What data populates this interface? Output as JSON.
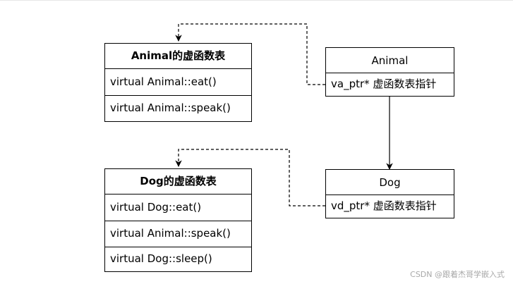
{
  "vtables": {
    "animal": {
      "title": "Animal的虚函数表",
      "entries": [
        "virtual Animal::eat()",
        "virtual Animal::speak()"
      ]
    },
    "dog": {
      "title": "Dog的虚函数表",
      "entries": [
        "virtual Dog::eat()",
        "virtual Animal::speak()",
        "virtual Dog::sleep()"
      ]
    }
  },
  "classes": {
    "animal": {
      "name": "Animal",
      "member": "va_ptr* 虚函数表指针"
    },
    "dog": {
      "name": "Dog",
      "member": "vd_ptr* 虚函数表指针"
    }
  },
  "watermark": "CSDN @跟着杰哥学嵌入式",
  "colors": {
    "line": "#000000",
    "background": "#ffffff",
    "watermark": "#a8a8a8"
  }
}
